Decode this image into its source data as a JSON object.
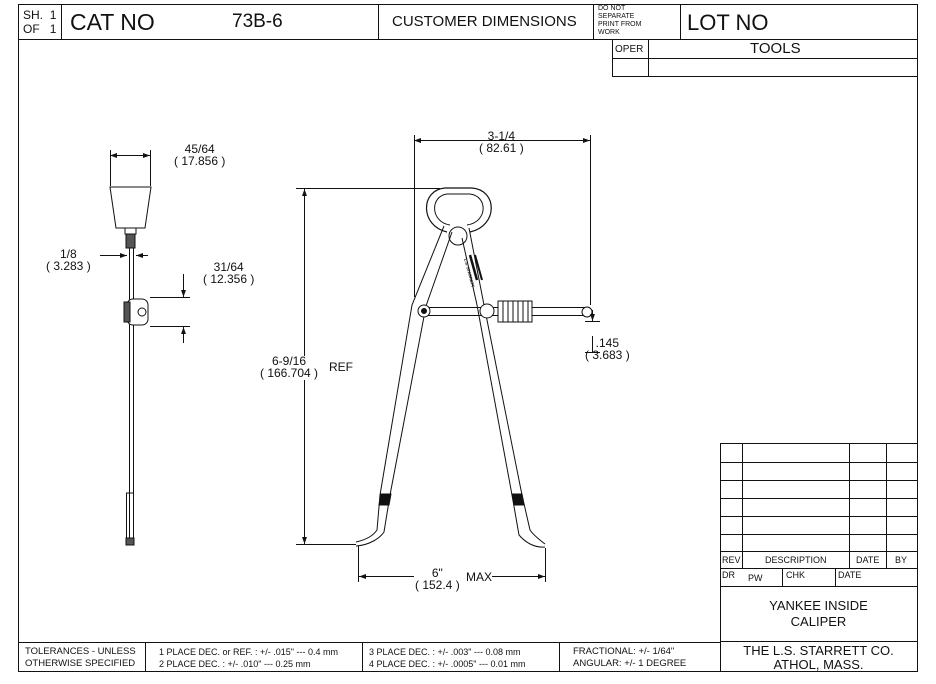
{
  "title_block": {
    "sheet_sh_label": "SH.",
    "sheet_sh_num": "1",
    "sheet_of_label": "OF",
    "sheet_of_num": "1",
    "cat_no_label": "CAT NO",
    "cat_no_value": "73B-6",
    "customer_dimensions": "CUSTOMER DIMENSIONS",
    "do_not_separate": [
      "DO NOT",
      "SEPARATE",
      "PRINT FROM",
      "WORK"
    ],
    "lot_no_label": "LOT NO",
    "oper_label": "OPER",
    "tools_label": "TOOLS"
  },
  "dimensions": {
    "width_top": [
      "45/64",
      "( 17.856 )"
    ],
    "rod": [
      "1/8",
      "( 3.283 )"
    ],
    "nut": [
      "31/64",
      "( 12.356 )"
    ],
    "span_top": [
      "3-1/4",
      "( 82.61 )"
    ],
    "ball": [
      ".145",
      "( 3.683 )"
    ],
    "height": [
      "6-9/16",
      "( 166.704 )"
    ],
    "height_suffix": "REF",
    "max_opening": [
      "6\"",
      "( 152.4 )"
    ],
    "max_suffix": "MAX",
    "stamp_text": "L.S. STARRETT"
  },
  "revision_block": {
    "rev_label": "REV",
    "description_label": "DESCRIPTION",
    "date_label": "DATE",
    "by_label": "BY",
    "dr_label": "DR",
    "dr_value": "PW",
    "chk_label": "CHK",
    "date2_label": "DATE",
    "part_name": [
      "YANKEE INSIDE",
      "CALIPER"
    ],
    "company": [
      "THE L.S. STARRETT CO.",
      "ATHOL, MASS."
    ]
  },
  "tolerances": {
    "title": [
      "TOLERANCES - UNLESS",
      "OTHERWISE SPECIFIED"
    ],
    "col1": [
      "1 PLACE DEC. or REF. :  +/- .015\" --- 0.4 mm",
      "2 PLACE DEC. :  +/- .010\" --- 0.25 mm"
    ],
    "col2": [
      "3 PLACE DEC. :  +/- .003\" --- 0.08 mm",
      "4 PLACE DEC. :  +/- .0005\" --- 0.01 mm"
    ],
    "col3": [
      "FRACTIONAL: +/- 1/64\"",
      "ANGULAR:  +/- 1 DEGREE"
    ]
  }
}
